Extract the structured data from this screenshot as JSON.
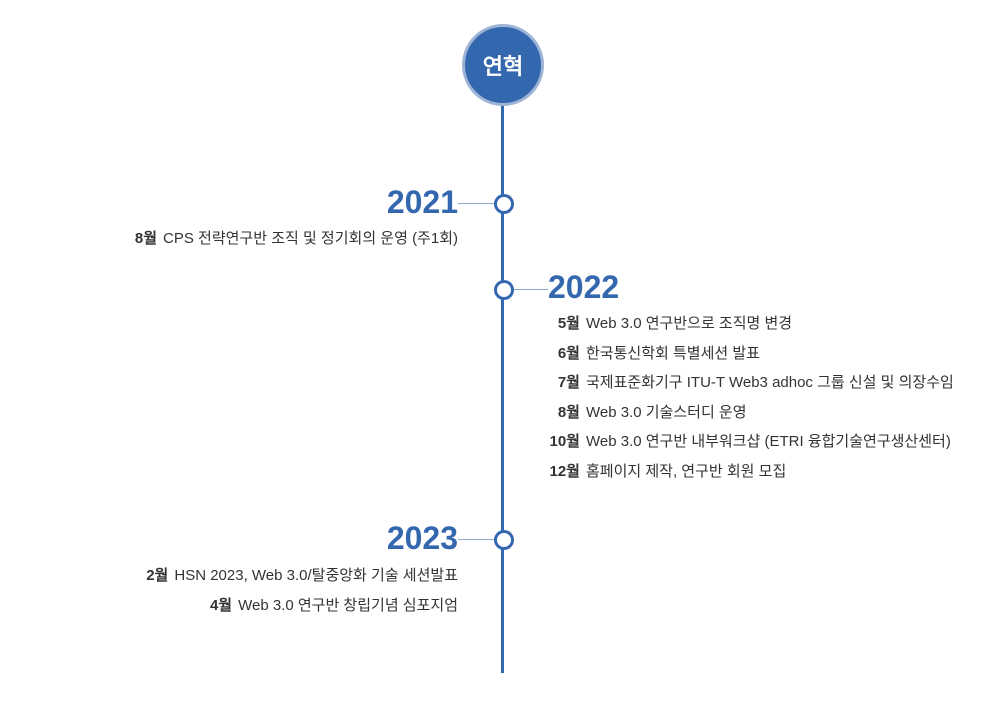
{
  "title": "연혁",
  "years": [
    {
      "year": "2021",
      "items": [
        {
          "month": "8월",
          "text": "CPS 전략연구반 조직 및 정기회의 운영 (주1회)"
        }
      ]
    },
    {
      "year": "2022",
      "items": [
        {
          "month": "5월",
          "text": "Web 3.0 연구반으로 조직명 변경"
        },
        {
          "month": "6월",
          "text": "한국통신학회 특별세션 발표"
        },
        {
          "month": "7월",
          "text": "국제표준화기구 ITU-T Web3 adhoc 그룹 신설 및 의장수임"
        },
        {
          "month": "8월",
          "text": "Web 3.0 기술스터디 운영"
        },
        {
          "month": "10월",
          "text": "Web 3.0 연구반 내부워크샵 (ETRI 융합기술연구생산센터)"
        },
        {
          "month": "12월",
          "text": "홈페이지 제작, 연구반 회원 모집"
        }
      ]
    },
    {
      "year": "2023",
      "items": [
        {
          "month": "2월",
          "text": "HSN 2023, Web 3.0/탈중앙화 기술 세션발표"
        },
        {
          "month": "4월",
          "text": "Web 3.0 연구반 창립기념 심포지엄"
        }
      ]
    }
  ]
}
